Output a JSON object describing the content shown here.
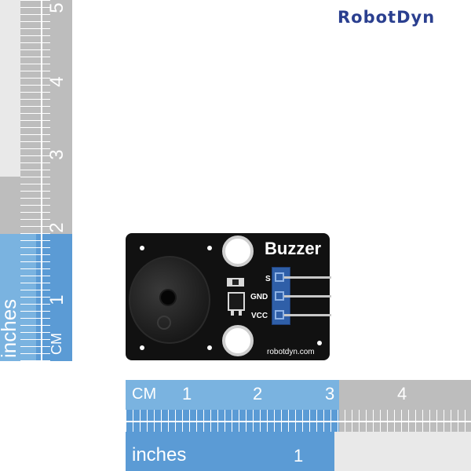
{
  "logo": {
    "text": "RobotDyn"
  },
  "ruler_left": {
    "numbers": [
      "5",
      "4",
      "3",
      "2",
      "1"
    ],
    "cm_label": "CM",
    "inches_label": "inches"
  },
  "ruler_bottom": {
    "cm_label": "CM",
    "numbers": [
      "1",
      "2",
      "3",
      "4"
    ],
    "inches_label": "inches",
    "inch_number": "1"
  },
  "board": {
    "title": "Buzzer",
    "pins": [
      "S",
      "GND",
      "VCC"
    ],
    "url": "robotdyn.com",
    "color": "#111111",
    "header_color": "#2f5fa8"
  }
}
